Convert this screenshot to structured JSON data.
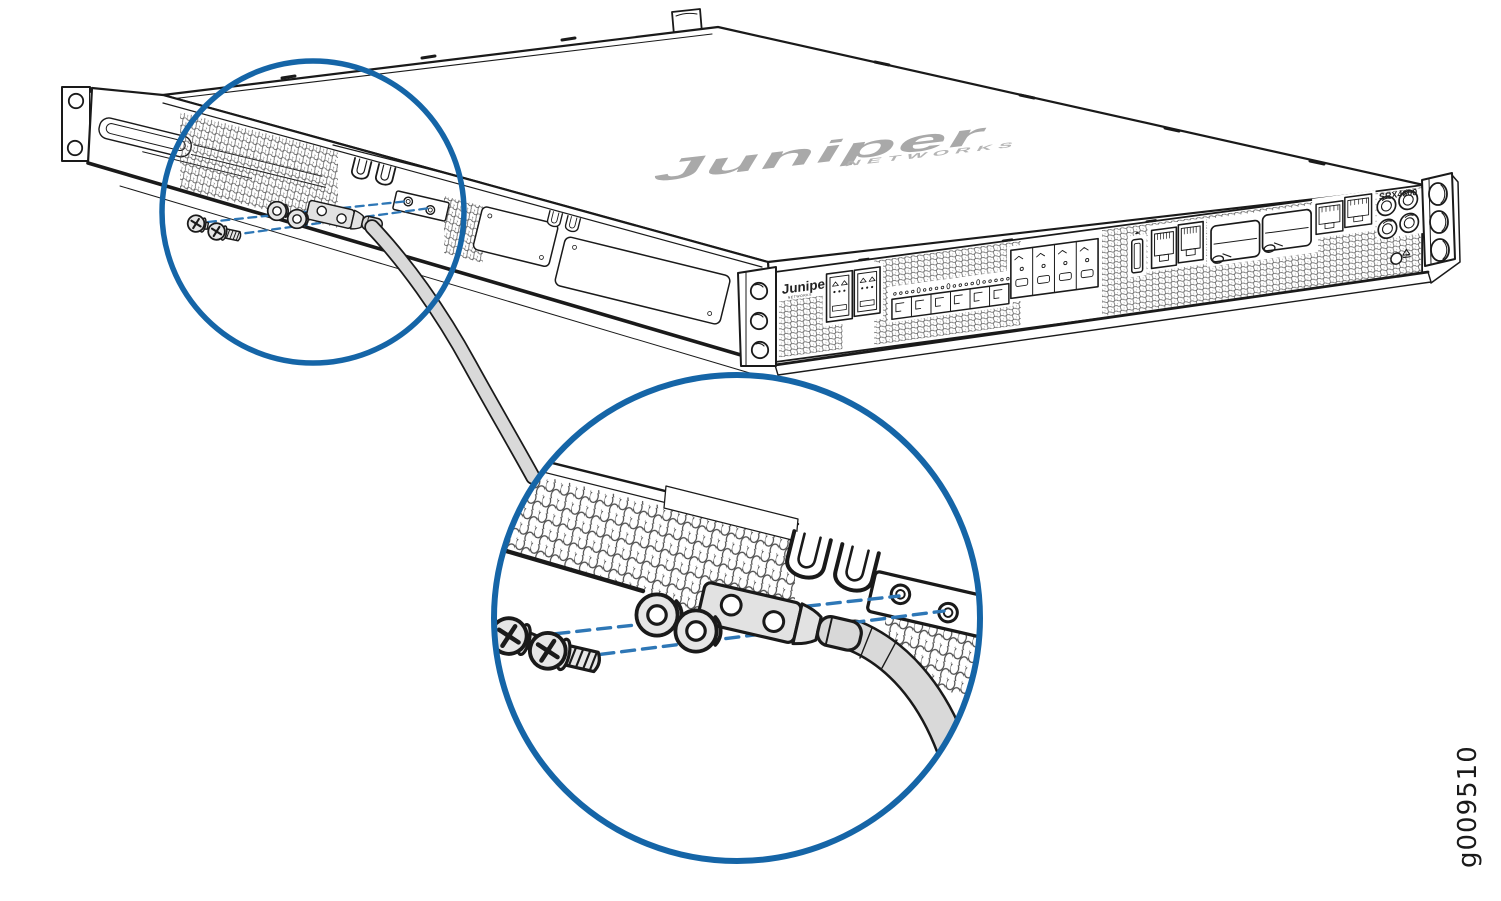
{
  "figure": {
    "id": "g009510"
  },
  "device": {
    "model": "SRX4600",
    "top_logo": "Juniper",
    "top_logo_sub": "NETWORKS",
    "front_logo": "Juniper",
    "front_logo_sub": "NETWORKS"
  },
  "colors": {
    "callout_blue": "#1565A7",
    "alignment_dash_blue": "#2E77B6",
    "line_black": "#1A1A1A",
    "cable_gray": "#D9D9D9",
    "hardware_gray": "#E6E6E6",
    "logo_gray": "#A9A9A9",
    "background": "#FFFFFF"
  },
  "callouts": {
    "small_circle": "grounding-point-location",
    "large_circle": "grounding-hardware-magnified"
  },
  "parts": {
    "screws": "grounding-screws",
    "washers": "washers",
    "lug": "grounding-cable-lug",
    "cable": "grounding-cable",
    "pad": "chassis-grounding-holes"
  }
}
